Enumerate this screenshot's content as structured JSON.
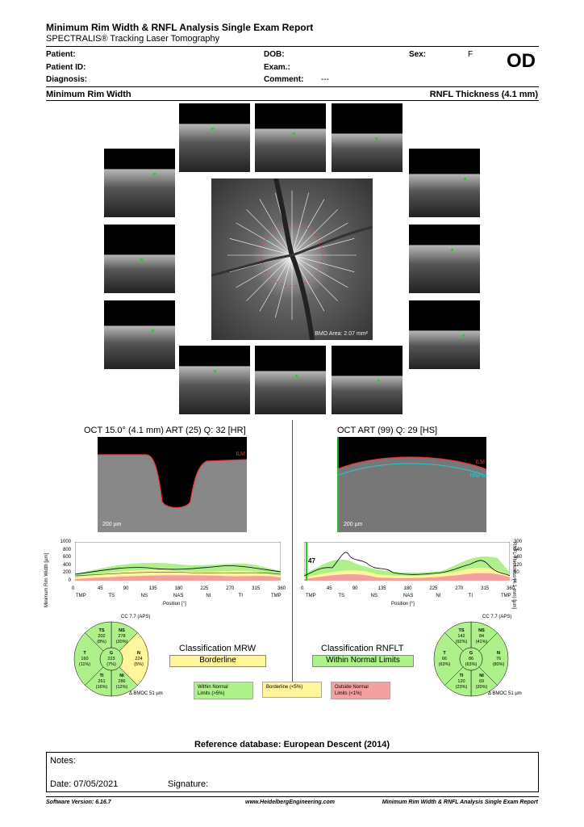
{
  "header": {
    "title": "Minimum Rim Width & RNFL Analysis Single Exam Report",
    "subtitle": "SPECTRALIS® Tracking Laser Tomography",
    "eye": "OD"
  },
  "patient": {
    "patient_label": "Patient:",
    "patient_id_label": "Patient ID:",
    "diagnosis_label": "Diagnosis:",
    "dob_label": "DOB:",
    "exam_label": "Exam.:",
    "comment_label": "Comment:",
    "comment_value": "---",
    "sex_label": "Sex:",
    "sex_value": "F"
  },
  "sections": {
    "mrw": "Minimum Rim Width",
    "rnfl": "RNFL Thickness (4.1 mm)"
  },
  "fundus": {
    "bmo_area": "BMO Area: 2.07 mm²"
  },
  "oct_left": {
    "title": "OCT 15.0° (4.1 mm) ART (25) Q: 32 [HR]",
    "ilm": "ILM",
    "scale": "200 µm"
  },
  "oct_right": {
    "title": "OCT ART (99) Q: 29 [HS]",
    "ilm": "ILM",
    "rnfl": "RNFL",
    "scale": "200 µm"
  },
  "mrw_chart": {
    "ylabel": "Minimum Rim Width [µm]",
    "yticks": [
      "1000",
      "800",
      "600",
      "400",
      "200",
      "0"
    ],
    "xticks": [
      "0",
      "45",
      "90",
      "135",
      "180",
      "225",
      "270",
      "315",
      "360"
    ],
    "sectors": [
      "TMP",
      "TS",
      "NS",
      "NAS",
      "NI",
      "TI",
      "TMP"
    ],
    "xlabel": "Position [°]"
  },
  "rnfl_chart": {
    "ylabel": "RNFL Thickness (4.1 mm) [µm]",
    "yticks": [
      "300",
      "240",
      "180",
      "120",
      "60",
      "0"
    ],
    "xticks": [
      "0",
      "45",
      "90",
      "135",
      "180",
      "225",
      "270",
      "315",
      "360"
    ],
    "sectors": [
      "TMP",
      "TS",
      "NS",
      "NAS",
      "NI",
      "TI",
      "TMP"
    ],
    "xlabel": "Position [°]",
    "marker": "47"
  },
  "mrw_pie": {
    "cc": "CC 7.7 (APS)",
    "ts": [
      "TS",
      "202",
      "(8%)"
    ],
    "ns": [
      "NS",
      "278",
      "(20%)"
    ],
    "t": [
      "T",
      "160",
      "(11%)"
    ],
    "g": [
      "G",
      "223",
      "(7%)"
    ],
    "n": [
      "N",
      "224",
      "(5%)"
    ],
    "ti": [
      "TI",
      "261",
      "(16%)"
    ],
    "ni": [
      "NI",
      "286",
      "(12%)"
    ],
    "note": "Δ BMOC 51 µm"
  },
  "rnfl_pie": {
    "cc": "CC 7.7 (APS)",
    "ts": [
      "TS",
      "142",
      "(92%)"
    ],
    "ns": [
      "NS",
      "84",
      "(41%)"
    ],
    "t": [
      "T",
      "66",
      "(63%)"
    ],
    "g": [
      "G",
      "86",
      "(63%)"
    ],
    "n": [
      "N",
      "76",
      "(80%)"
    ],
    "ti": [
      "TI",
      "120",
      "(23%)"
    ],
    "ni": [
      "NI",
      "69",
      "(20%)"
    ],
    "note": "Δ BMOC 51 µm"
  },
  "classification": {
    "mrw_label": "Classification MRW",
    "mrw_value": "Borderline",
    "rnfl_label": "Classification RNFLT",
    "rnfl_value": "Within Normal Limits"
  },
  "legend": {
    "wnl": [
      "Within Normal",
      "Limits (>5%)"
    ],
    "bl": [
      "Borderline (<5%)",
      ""
    ],
    "onl": [
      "Outside Normal",
      "Limits (<1%)"
    ]
  },
  "reference": "Reference database: European Descent (2014)",
  "notes": {
    "notes_label": "Notes:",
    "date_label": "Date: 07/05/2021",
    "signature_label": "Signature:"
  },
  "footer": {
    "software": "Software Version: 6.16.7",
    "url": "www.HeidelbergEngineering.com",
    "report": "Minimum Rim Width & RNFL Analysis Single Exam Report"
  },
  "colors": {
    "green": "#aef08a",
    "yellow": "#fff59a",
    "red": "#f5a0a0",
    "ilm": "#e33333"
  }
}
